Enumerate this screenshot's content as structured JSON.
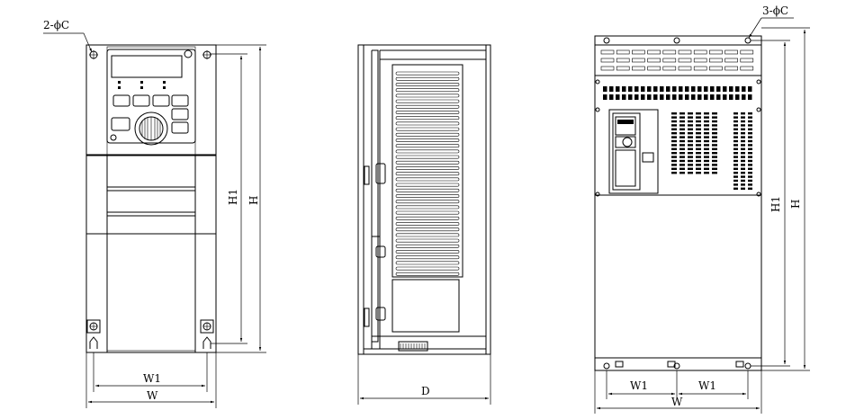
{
  "labels": {
    "front_holes": "2-ϕC",
    "front_h1": "H1",
    "front_h": "H",
    "front_w1": "W1",
    "front_w": "W",
    "side_d": "D",
    "large_holes": "3-ϕC",
    "large_h1": "H1",
    "large_h": "H",
    "large_w1_left": "W1",
    "large_w1_right": "W1",
    "large_w": "W"
  }
}
